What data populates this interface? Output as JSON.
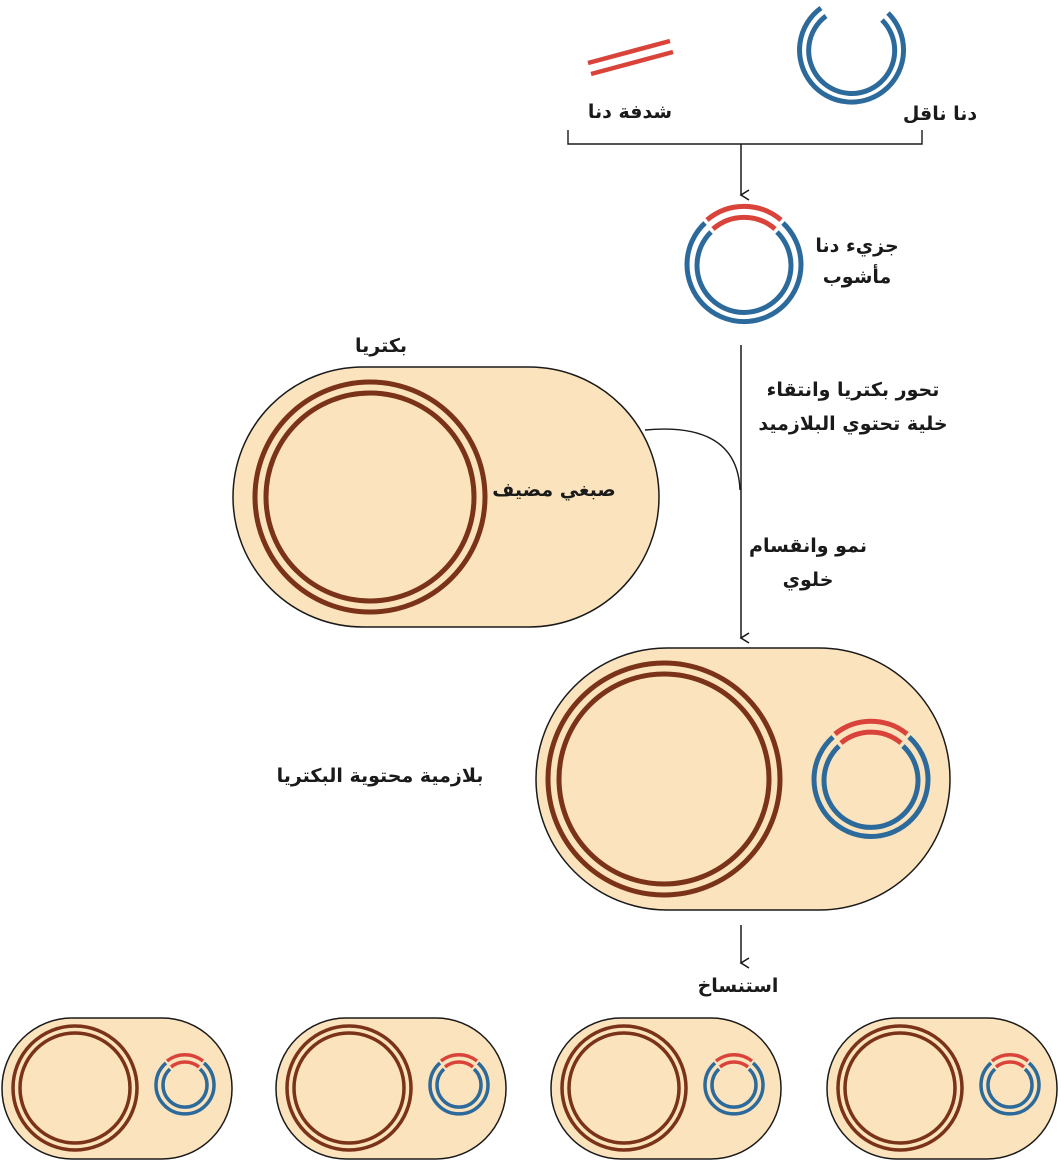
{
  "labels": {
    "vector_dna": "دنا ناقل",
    "dna_fragment": "شدفة دنا",
    "recombinant_line1": "جزيء دنا",
    "recombinant_line2": "مأشوب",
    "bacteria": "بكتريا",
    "host_chromosome": "صبغي مضيف",
    "transform_line1": "تحور بكتريا وانتقاء",
    "transform_line2": "خلية تحتوي البلازميد",
    "growth_line1": "نمو وانقسام",
    "growth_line2": "خلوي",
    "plasmid_bacteria": "بلازمية محتوية البكتريا",
    "cloning": "استنساخ"
  },
  "colors": {
    "cell_fill": "#fbe3bd",
    "cell_stroke": "#1a1a1a",
    "chromosome": "#7a3218",
    "vector": "#2d6a9c",
    "fragment": "#d9433a",
    "arrow": "#1a1a1a"
  }
}
